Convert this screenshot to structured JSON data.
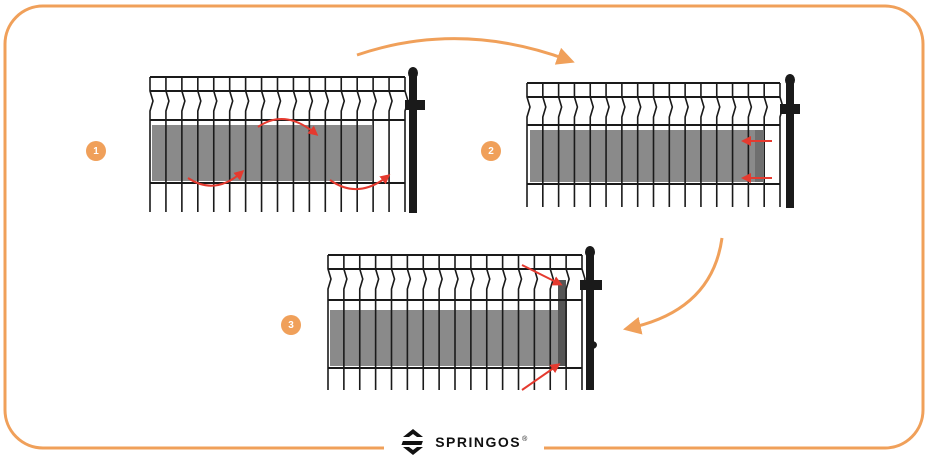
{
  "steps": [
    {
      "number": "1"
    },
    {
      "number": "2"
    },
    {
      "number": "3"
    }
  ],
  "brand": {
    "name": "SPRINGOS",
    "registered_mark": "®",
    "logo_icon": "springos-logo-icon"
  },
  "colors": {
    "frame_orange": "#f0a05a",
    "arrow_red": "#e53a2f",
    "screen_gray": "#8a8a8a",
    "fence_black": "#1a1a1a"
  },
  "icons": [
    "curved-arrow-icon",
    "red-arrow-icon",
    "fence-post-icon"
  ]
}
